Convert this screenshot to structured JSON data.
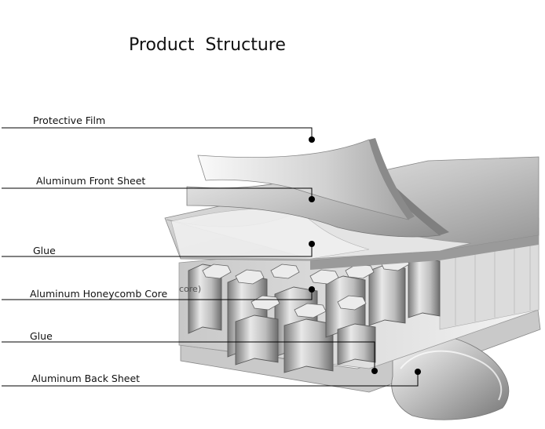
{
  "title": "Product  Structure",
  "labels": {
    "protective_film": "Protective Film",
    "front_sheet": "Aluminum Front Sheet",
    "glue_top": "Glue",
    "honeycomb_core": "Aluminum Honeycomb Core",
    "glue_bottom": "Glue",
    "back_sheet": "Aluminum Back Sheet"
  },
  "core_note": "core)",
  "colors": {
    "line": "#000000",
    "metal_light": "#eeeeee",
    "metal_dark": "#9a9a9a"
  }
}
